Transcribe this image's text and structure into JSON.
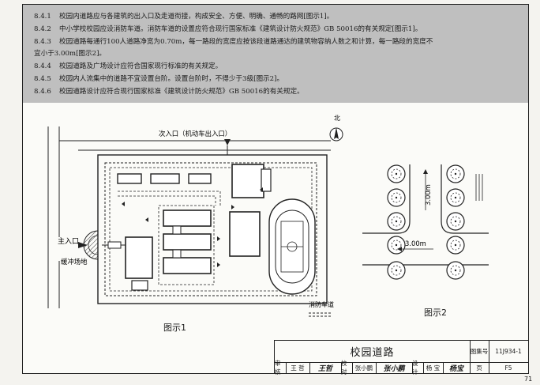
{
  "rules": [
    {
      "num": "8.4.1",
      "text": "校园内道路应与各建筑的出入口及走道衔接，构成安全、方便、明确、通畅的路网[图示1]。"
    },
    {
      "num": "8.4.2",
      "text": "中小学校校园应设消防车道。消防车道的设置应符合现行国家标准《建筑设计防火规范》GB 50016的有关规定[图示1]。"
    },
    {
      "num": "8.4.3",
      "text": "校园道路每通行100人道路净宽为0.70m，每一路段的宽度应按该段道路通达的建筑物容纳人数之和计算，每一路段的宽度不"
    },
    {
      "num": "8.4.4",
      "text": "校园道路及广场设计应符合国家现行标准的有关规定。"
    },
    {
      "num": "8.4.5",
      "text": "校园内人流集中的道路不宜设置台阶。设置台阶时，不得少于3级[图示2]。"
    },
    {
      "num": "8.4.6",
      "text": "校园道路设计应符合现行国家标准《建筑设计防火规范》GB 50016的有关规定。"
    }
  ],
  "rule3_cont": "宜小于3.00m[图示2]。",
  "figure1": {
    "secondary_entrance": "次入口（机动车出入口）",
    "main_entrance": "主入口",
    "buffer_plaza": "缓冲场地",
    "legend_fire_lane": "消防车道",
    "caption": "图示1"
  },
  "figure2": {
    "north": "北",
    "width_vertical": "3.00m",
    "width_horizontal": "3.00m",
    "caption": "图示2"
  },
  "title_block": {
    "title": "校园道路",
    "atlas_label": "图集号",
    "atlas_no": "11J934-1",
    "review_label": "审核",
    "reviewer": "王 哲",
    "reviewer_sig": "王哲",
    "check_label": "校对",
    "checker": "张小鹏",
    "checker_sig": "张小鹏",
    "design_label": "设计",
    "designer": "杨 宝",
    "designer_sig": "杨宝",
    "page_label": "页",
    "page": "F5"
  },
  "page_number": "71"
}
